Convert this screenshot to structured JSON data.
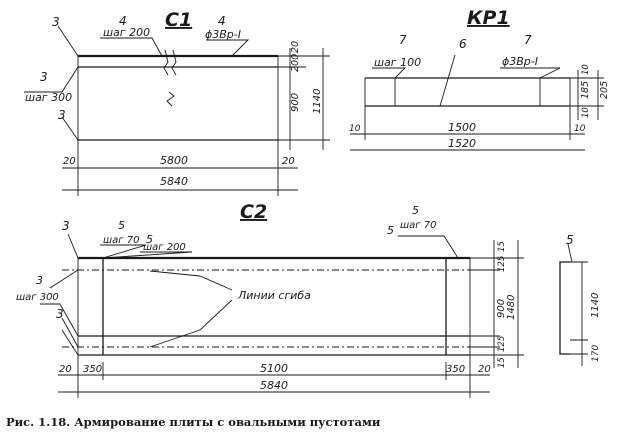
{
  "titles": {
    "c1": "C1",
    "kp1": "КР1",
    "c2": "C2"
  },
  "caption": "Рис. 1.18. Армирование плиты с овальными пустотами",
  "c1": {
    "callouts": [
      "3",
      "4",
      "4",
      "3",
      "3"
    ],
    "step200": "шаг  200",
    "step300": "шаг  300",
    "dia": "ϕ3Вр-I",
    "dim_20": "20",
    "dim_200": "200",
    "dim_900": "900",
    "dim_1140": "1140",
    "dim_5800": "5800",
    "dim_5840": "5840"
  },
  "kp1": {
    "callout7a": "7",
    "callout6": "6",
    "callout7b": "7",
    "step100": "шаг  100",
    "dia": "ϕ3Вр-I",
    "dim_10": "10",
    "dim_185": "185",
    "dim_205": "205",
    "dim_1500": "1500",
    "dim_1520": "1520"
  },
  "c2": {
    "callout3": "3",
    "callout5": "5",
    "step70": "шаг  70",
    "step200": "шаг  200",
    "step300": "шаг  300",
    "bend_label": "Линии сгиба",
    "dim_15": "15",
    "dim_20": "20",
    "dim_125": "125",
    "dim_900": "900",
    "dim_1480": "1480",
    "dim_350": "350",
    "dim_5100": "5100",
    "dim_5840": "5840",
    "side_callout": "5",
    "dim_1140": "1140",
    "dim_170": "170"
  }
}
